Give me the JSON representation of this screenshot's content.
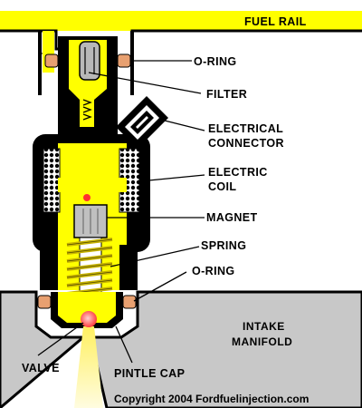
{
  "diagram": {
    "labels": {
      "fuel_rail": "FUEL RAIL",
      "o_ring_top": "O-RING",
      "filter": "FILTER",
      "electrical_connector_line1": "ELECTRICAL",
      "electrical_connector_line2": "CONNECTOR",
      "electric_coil_line1": "ELECTRIC",
      "electric_coil_line2": "COIL",
      "magnet": "MAGNET",
      "spring": "SPRING",
      "o_ring_bottom": "O-RING",
      "intake_manifold_line1": "INTAKE",
      "intake_manifold_line2": "MANIFOLD",
      "valve": "VALVE",
      "pintle_cap": "PINTLE CAP",
      "copyright": "Copyright 2004 Fordfuelinjection.com"
    },
    "colors": {
      "fuel": "#ffff00",
      "body": "#000000",
      "manifold": "#c8c8c8",
      "o_ring": "#e8a070",
      "magnet": "#c0c0c0",
      "filter": "#b8b8b8",
      "valve": "#ff5a5a",
      "spray": "#fff8a0"
    }
  }
}
